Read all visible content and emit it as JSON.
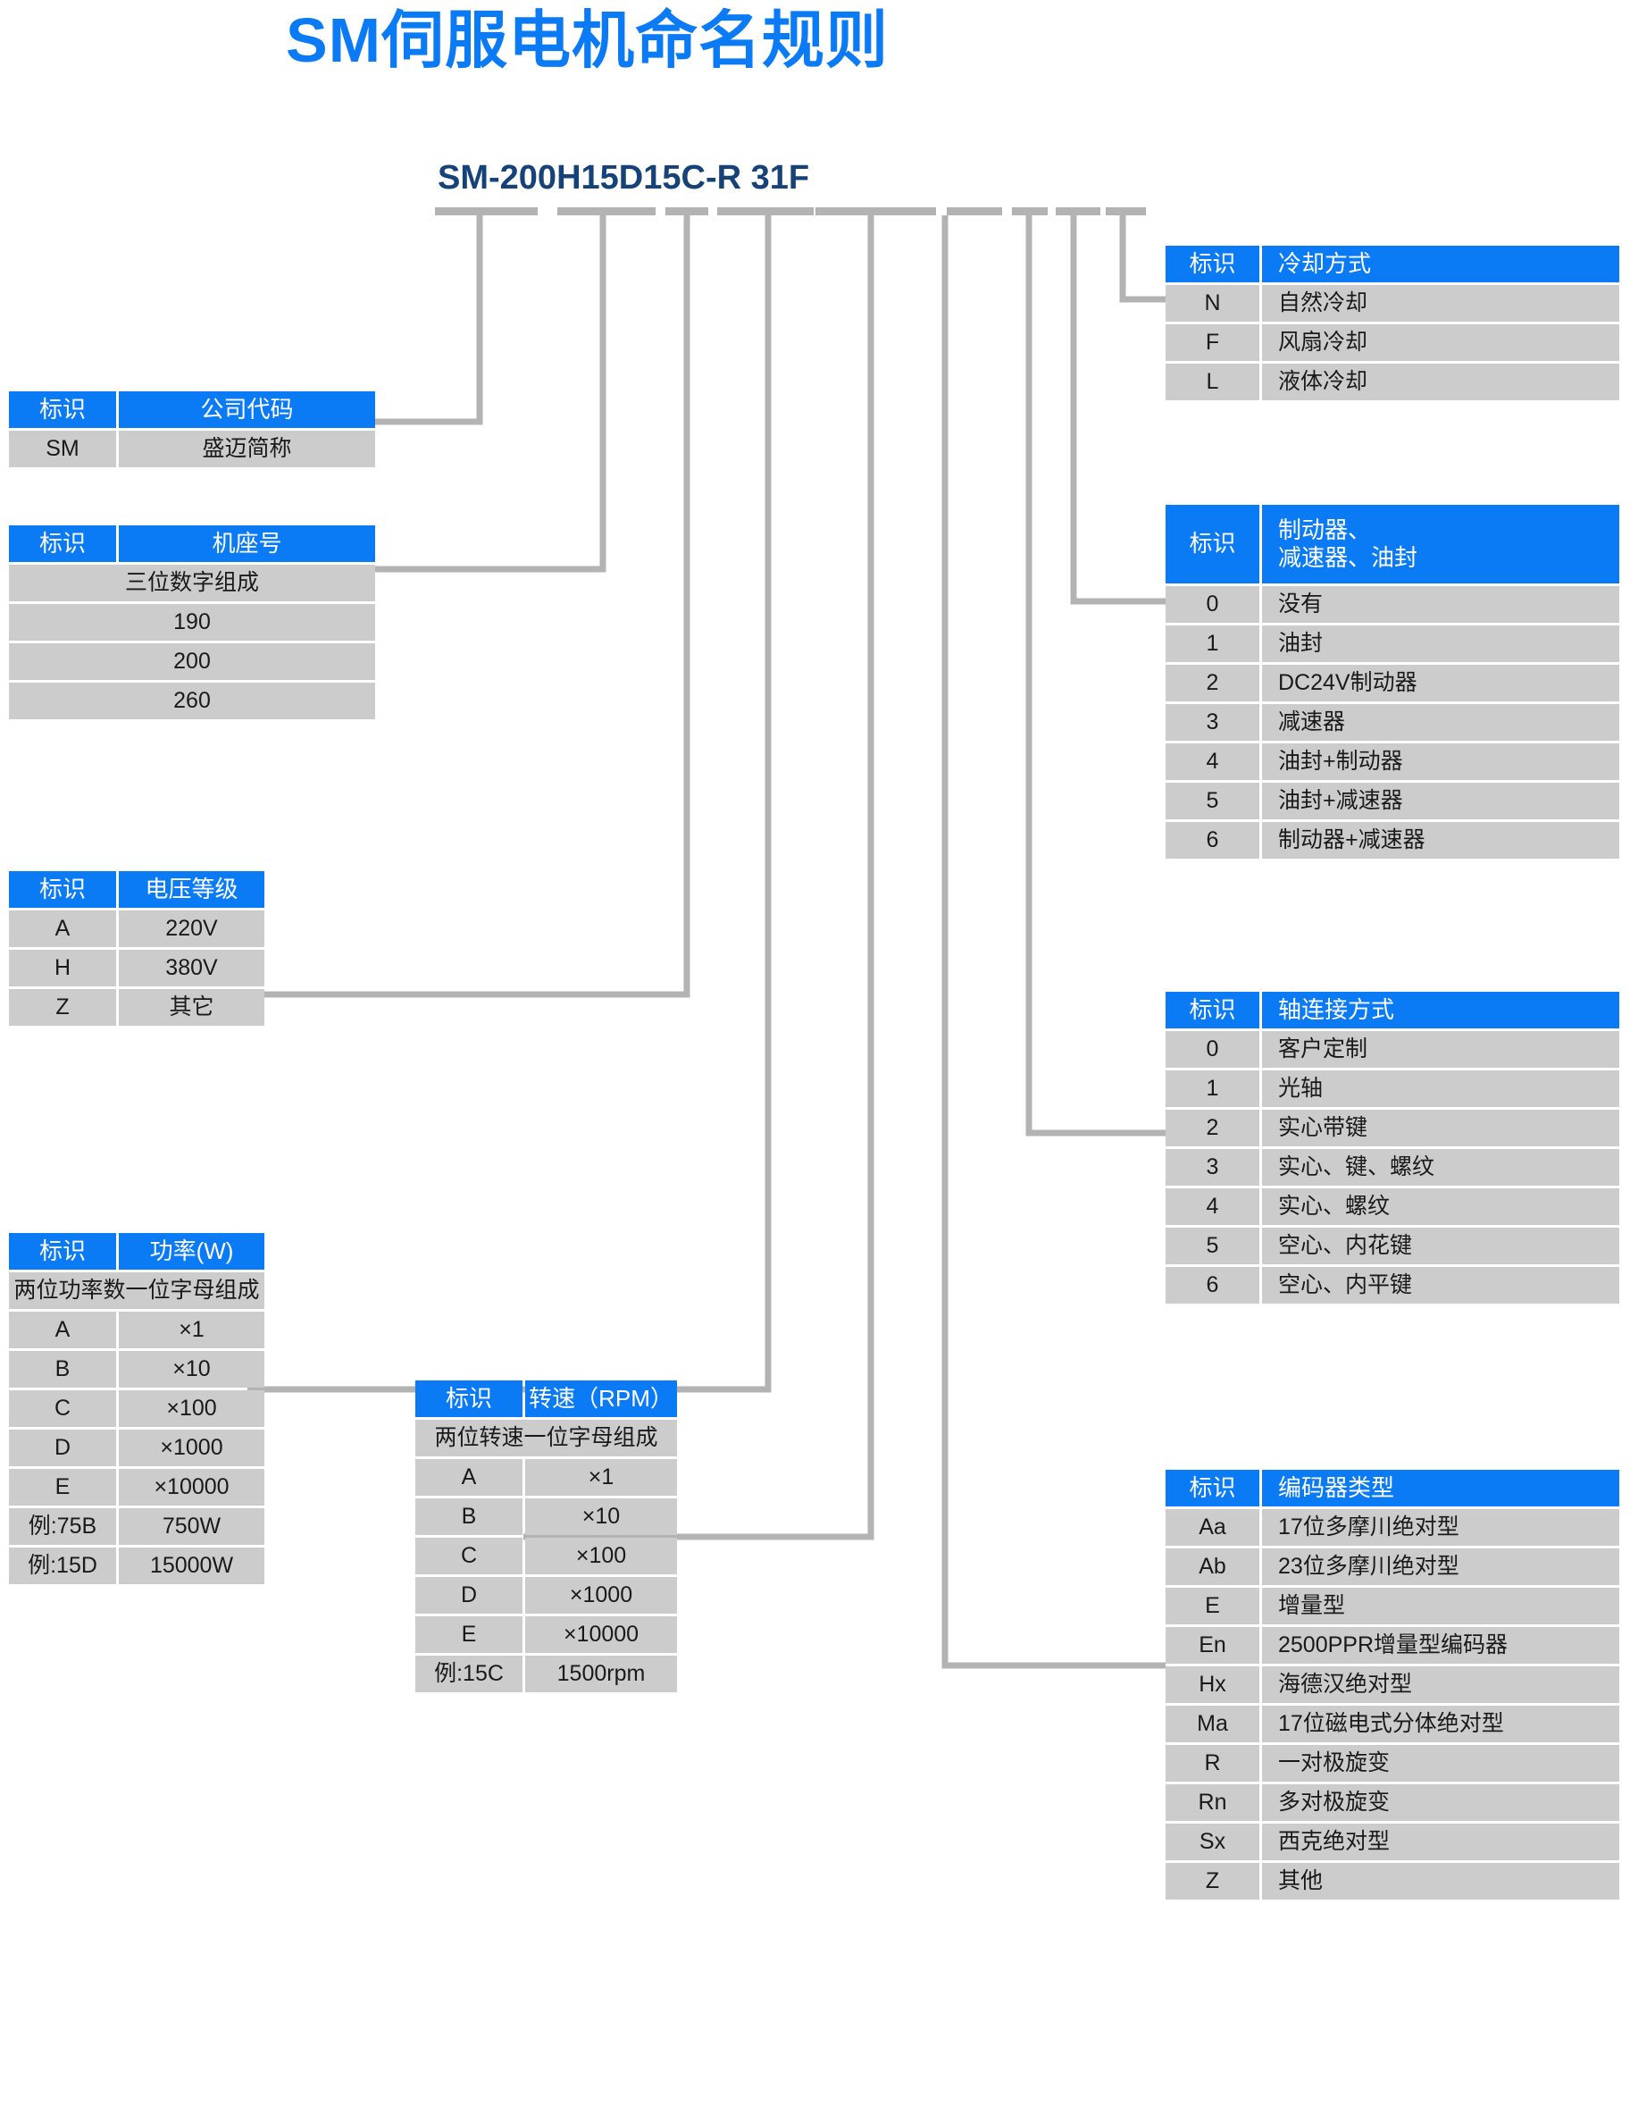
{
  "title": "SM伺服电机命名规则",
  "model_code": {
    "segments": [
      "SM-200",
      "H",
      "15D",
      "15C-",
      "R",
      "3",
      "1",
      "F"
    ],
    "full": "SM-200 H 15D 15C- R 3 1 F"
  },
  "colors": {
    "accent_blue": "#0b7bf5",
    "header_text": "#ffffff",
    "cell_bg": "#cccccc",
    "code_navy": "#16427a",
    "wire_gray": "#b3b3b3"
  },
  "tables": {
    "company": {
      "header": [
        "标识",
        "公司代码"
      ],
      "rows": [
        [
          "SM",
          "盛迈简称"
        ]
      ]
    },
    "frame_size": {
      "header": [
        "标识",
        "机座号"
      ],
      "note": "三位数字组成",
      "rows": [
        [
          "190"
        ],
        [
          "200"
        ],
        [
          "260"
        ]
      ]
    },
    "voltage": {
      "header": [
        "标识",
        "电压等级"
      ],
      "rows": [
        [
          "A",
          "220V"
        ],
        [
          "H",
          "380V"
        ],
        [
          "Z",
          "其它"
        ]
      ]
    },
    "power": {
      "header": [
        "标识",
        "功率(W)"
      ],
      "note": "两位功率数一位字母组成",
      "rows": [
        [
          "A",
          "×1"
        ],
        [
          "B",
          "×10"
        ],
        [
          "C",
          "×100"
        ],
        [
          "D",
          "×1000"
        ],
        [
          "E",
          "×10000"
        ],
        [
          "例:75B",
          "750W"
        ],
        [
          "例:15D",
          "15000W"
        ]
      ]
    },
    "speed": {
      "header": [
        "标识",
        "转速（RPM）"
      ],
      "note": "两位转速一位字母组成",
      "rows": [
        [
          "A",
          "×1"
        ],
        [
          "B",
          "×10"
        ],
        [
          "C",
          "×100"
        ],
        [
          "D",
          "×1000"
        ],
        [
          "E",
          "×10000"
        ],
        [
          "例:15C",
          "1500rpm"
        ]
      ]
    },
    "cooling": {
      "header": [
        "标识",
        "冷却方式"
      ],
      "rows": [
        [
          "N",
          "自然冷却"
        ],
        [
          "F",
          "风扇冷却"
        ],
        [
          "L",
          "液体冷却"
        ]
      ]
    },
    "brake": {
      "header": [
        "标识",
        "制动器、"
      ],
      "header_line2": "减速器、油封",
      "rows": [
        [
          "0",
          "没有"
        ],
        [
          "1",
          "油封"
        ],
        [
          "2",
          "DC24V制动器"
        ],
        [
          "3",
          "减速器"
        ],
        [
          "4",
          "油封+制动器"
        ],
        [
          "5",
          "油封+减速器"
        ],
        [
          "6",
          "制动器+减速器"
        ]
      ]
    },
    "shaft": {
      "header": [
        "标识",
        "轴连接方式"
      ],
      "rows": [
        [
          "0",
          "客户定制"
        ],
        [
          "1",
          "光轴"
        ],
        [
          "2",
          "实心带键"
        ],
        [
          "3",
          "实心、键、螺纹"
        ],
        [
          "4",
          "实心、螺纹"
        ],
        [
          "5",
          "空心、内花键"
        ],
        [
          "6",
          "空心、内平键"
        ]
      ]
    },
    "encoder": {
      "header": [
        "标识",
        "编码器类型"
      ],
      "rows": [
        [
          "Aa",
          "17位多摩川绝对型"
        ],
        [
          "Ab",
          "23位多摩川绝对型"
        ],
        [
          "E",
          "增量型"
        ],
        [
          "En",
          "2500PPR增量型编码器"
        ],
        [
          "Hx",
          "海德汉绝对型"
        ],
        [
          "Ma",
          "17位磁电式分体绝对型"
        ],
        [
          "R",
          "一对极旋变"
        ],
        [
          "Rn",
          "多对极旋变"
        ],
        [
          "Sx",
          "西克绝对型"
        ],
        [
          "Z",
          "其他"
        ]
      ]
    }
  }
}
